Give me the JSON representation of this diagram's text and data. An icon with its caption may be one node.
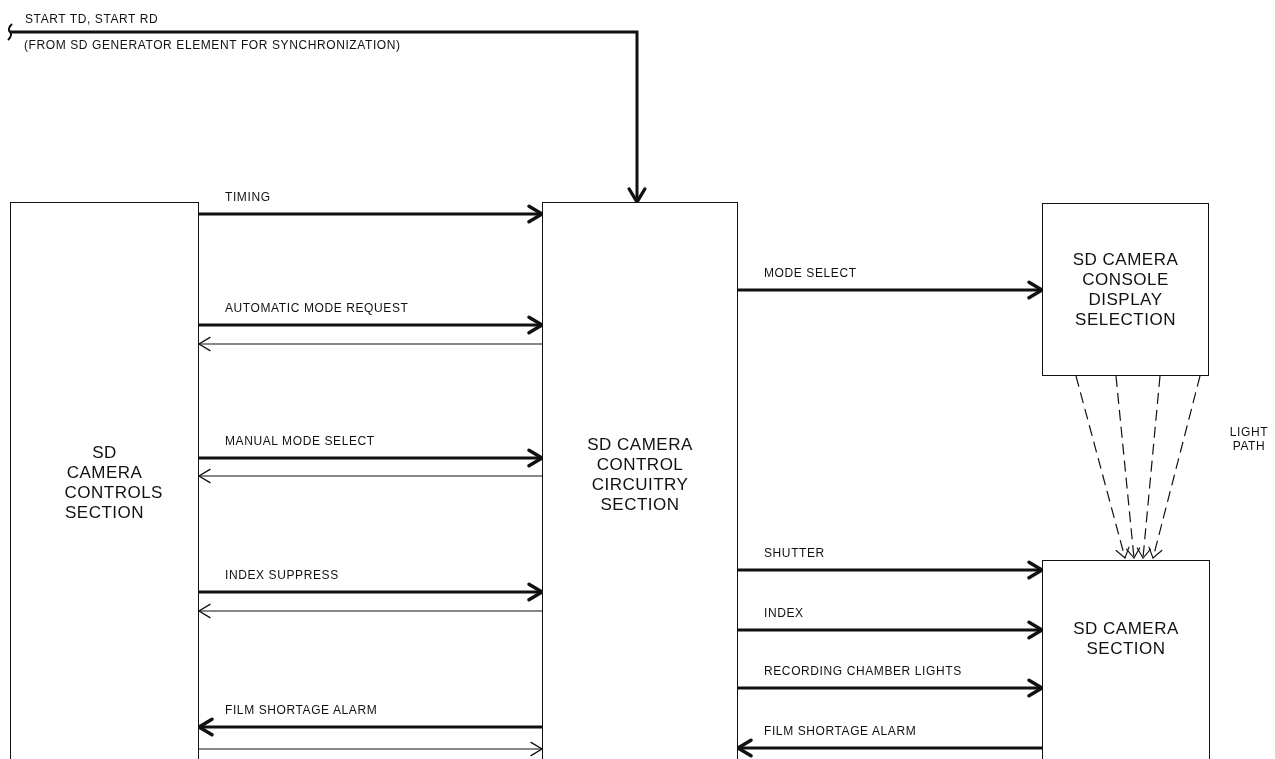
{
  "diagram": {
    "nodes": [
      {
        "text": [
          "SD CAMERA CONTROLS SECTION"
        ]
      },
      {
        "text": [
          "SD CAMERA CONTROL CIRCUITRY SECTION"
        ]
      },
      {
        "text": [
          "SD CAMERA CONSOLE DISPLAY SELECTION"
        ]
      },
      {
        "text": [
          "SD CAMERA SECTION"
        ]
      }
    ],
    "edges": [
      {
        "from": null,
        "to": 1,
        "arrow": "to",
        "label": "START TD, START RD"
      },
      {
        "from": 0,
        "to": 1,
        "arrow": "to",
        "label": "TIMING"
      },
      {
        "from": 0,
        "to": 1,
        "arrow": "to",
        "label": "AUTOMATIC MODE REQUEST"
      },
      {
        "from": 1,
        "to": 0,
        "arrow": "to"
      },
      {
        "from": 0,
        "to": 1,
        "arrow": "to",
        "label": "MANUAL MODE SELECT"
      },
      {
        "from": 1,
        "to": 0,
        "arrow": "to"
      },
      {
        "from": 0,
        "to": 1,
        "arrow": "to",
        "label": "INDEX SUPPRESS"
      },
      {
        "from": 1,
        "to": 0,
        "arrow": "to"
      },
      {
        "from": 1,
        "to": 0,
        "arrow": "to",
        "label": "FILM SHORTAGE ALARM"
      },
      {
        "from": 0,
        "to": 1,
        "arrow": "to"
      },
      {
        "from": 1,
        "to": 2,
        "arrow": "to",
        "label": "MODE SELECT"
      },
      {
        "from": 1,
        "to": 3,
        "arrow": "to",
        "label": "SHUTTER"
      },
      {
        "from": 1,
        "to": 3,
        "arrow": "to",
        "label": "INDEX"
      },
      {
        "from": 1,
        "to": 3,
        "arrow": "to",
        "label": "RECORDING CHAMBER LIGHTS"
      },
      {
        "from": 3,
        "to": 1,
        "arrow": "to",
        "label": "FILM SHORTAGE ALARM"
      },
      {
        "from": 2,
        "to": 3,
        "arrow": "to",
        "style": "dashed"
      },
      {
        "from": 2,
        "to": 3,
        "arrow": "to",
        "style": "dashed"
      },
      {
        "from": 2,
        "to": 3,
        "arrow": "to",
        "style": "dashed"
      },
      {
        "from": 2,
        "to": 3,
        "arrow": "to",
        "style": "dashed"
      }
    ],
    "labels": [
      "(FROM SD GENERATOR ELEMENT FOR SYNCHRONIZATION)",
      "LIGHT PATH"
    ]
  }
}
